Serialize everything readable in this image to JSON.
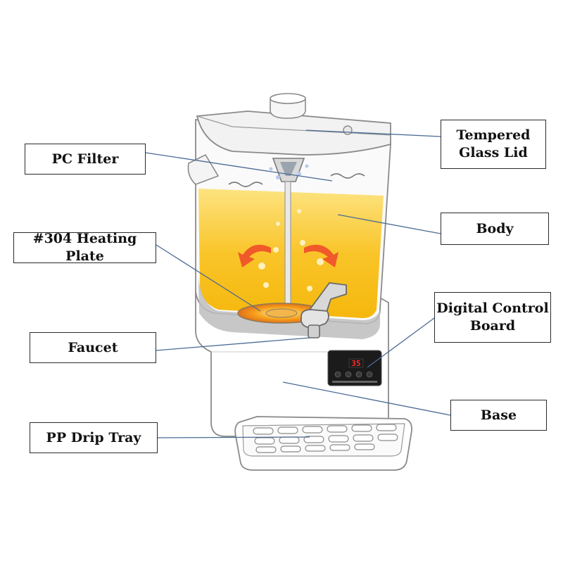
{
  "labels": {
    "tempered_glass_lid": [
      "Tempered",
      "Glass Lid"
    ],
    "pc_filter": "PC Filter",
    "body": "Body",
    "heating_plate": "#304 Heating Plate",
    "digital_control_board": [
      "Digital Control",
      "Board"
    ],
    "faucet": "Faucet",
    "base": "Base",
    "pp_drip_tray": "PP Drip Tray"
  },
  "display": {
    "readout": "35"
  },
  "colors": {
    "liquid": "#f9c21e",
    "liquid_light": "#fde27a",
    "arrow": "#f0592a",
    "leader": "#4a6a94",
    "outline": "#8a8a8a",
    "display_digits": "#ff2a2a"
  }
}
